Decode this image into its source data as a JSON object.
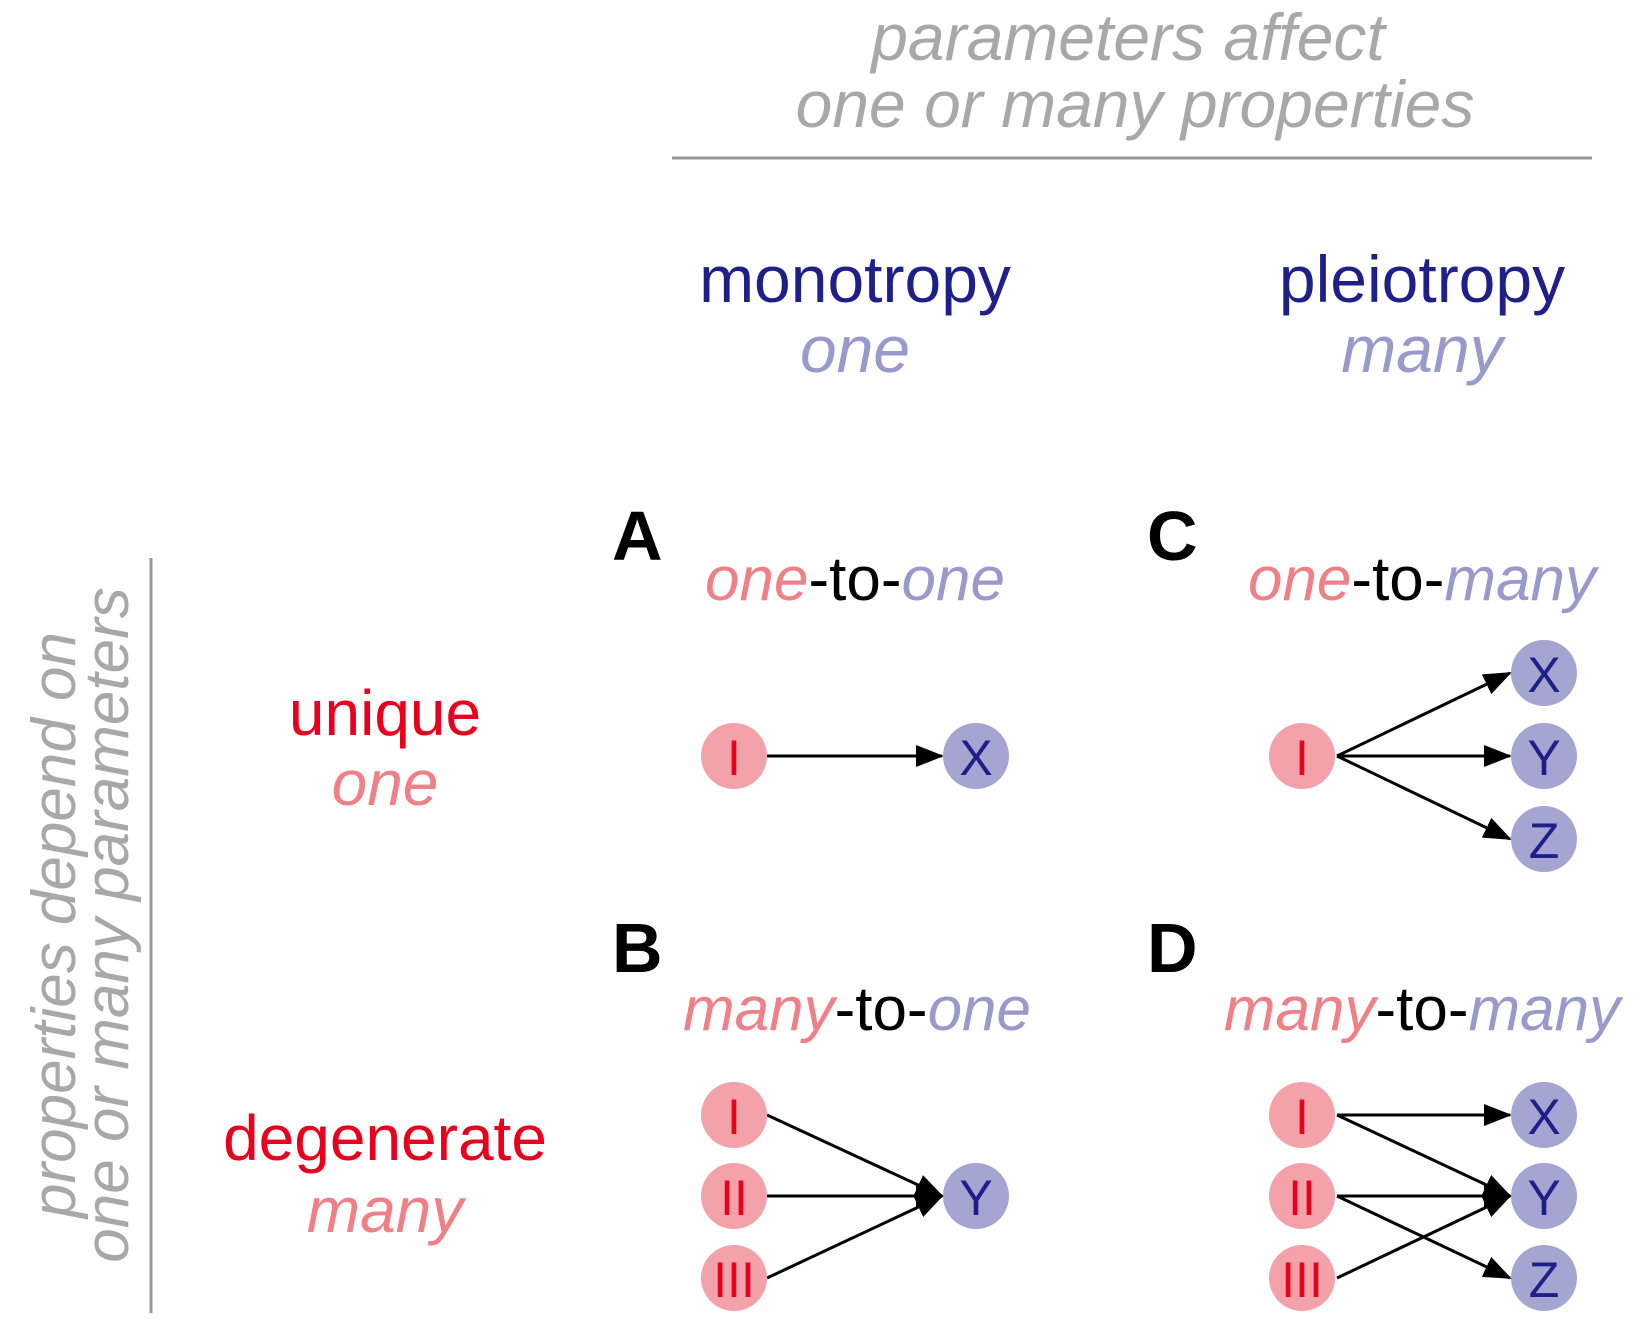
{
  "header": {
    "line1": "parameters affect",
    "line2": "one or many properties"
  },
  "left_axis": {
    "line1": "properties depend on",
    "line2": "one or many parameters"
  },
  "columns": [
    {
      "title": "monotropy",
      "subtitle": "one"
    },
    {
      "title": "pleiotropy",
      "subtitle": "many"
    }
  ],
  "rows": [
    {
      "title": "unique",
      "subtitle": "one"
    },
    {
      "title": "degenerate",
      "subtitle": "many"
    }
  ],
  "panels": [
    {
      "letter": "A",
      "left": "one",
      "mid": "-to-",
      "right": "one"
    },
    {
      "letter": "B",
      "left": "many",
      "mid": "-to-",
      "right": "one"
    },
    {
      "letter": "C",
      "left": "one",
      "mid": "-to-",
      "right": "many"
    },
    {
      "letter": "D",
      "left": "many",
      "mid": "-to-",
      "right": "many"
    }
  ],
  "nodes": {
    "a_in": [
      "I"
    ],
    "a_out": [
      "X"
    ],
    "b_in": [
      "I",
      "II",
      "III"
    ],
    "b_out": [
      "Y"
    ],
    "c_in": [
      "I"
    ],
    "c_out": [
      "X",
      "Y",
      "Z"
    ],
    "d_in": [
      "I",
      "II",
      "III"
    ],
    "d_out": [
      "X",
      "Y",
      "Z"
    ]
  },
  "colors": {
    "gray_text": "#a8a8a8",
    "gray_line": "#999999",
    "dark_blue": "#1f1f8a",
    "light_blue": "#9999cc",
    "red": "#e8001c",
    "pink": "#f08088",
    "node_pink": "#f2a2a8",
    "node_blue": "#a5a5d2",
    "black": "#000000"
  }
}
